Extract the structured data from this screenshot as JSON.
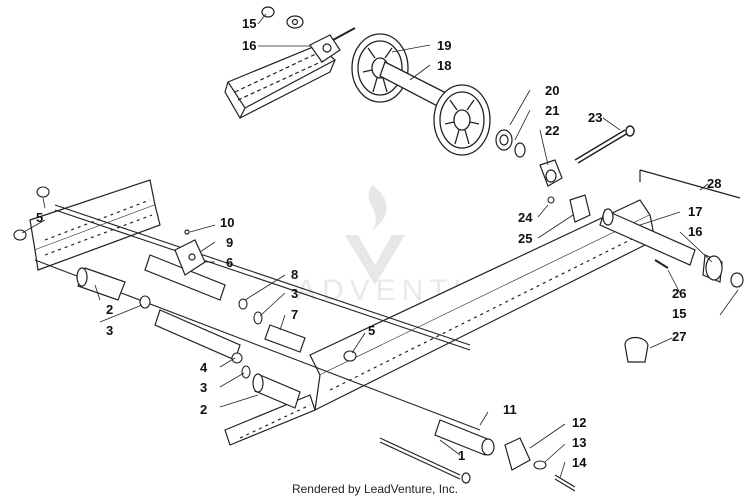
{
  "callouts": {
    "c1": "1",
    "c2a": "2",
    "c2b": "2",
    "c3a": "3",
    "c3b": "3",
    "c3c": "3",
    "c4": "4",
    "c5a": "5",
    "c5b": "5",
    "c6": "6",
    "c7": "7",
    "c8": "8",
    "c9": "9",
    "c10": "10",
    "c11": "11",
    "c12": "12",
    "c13": "13",
    "c14": "14",
    "c15a": "15",
    "c15b": "15",
    "c16a": "16",
    "c16b": "16",
    "c17": "17",
    "c18": "18",
    "c19": "19",
    "c20": "20",
    "c21": "21",
    "c22": "22",
    "c23": "23",
    "c24": "24",
    "c25": "25",
    "c26": "26",
    "c27": "27",
    "c28": "28"
  },
  "watermark": {
    "brand": "ADVENTURE",
    "logo_icon": "flame-chevron-logo"
  },
  "footer": {
    "credit": "Rendered by LeadVenture, Inc."
  }
}
